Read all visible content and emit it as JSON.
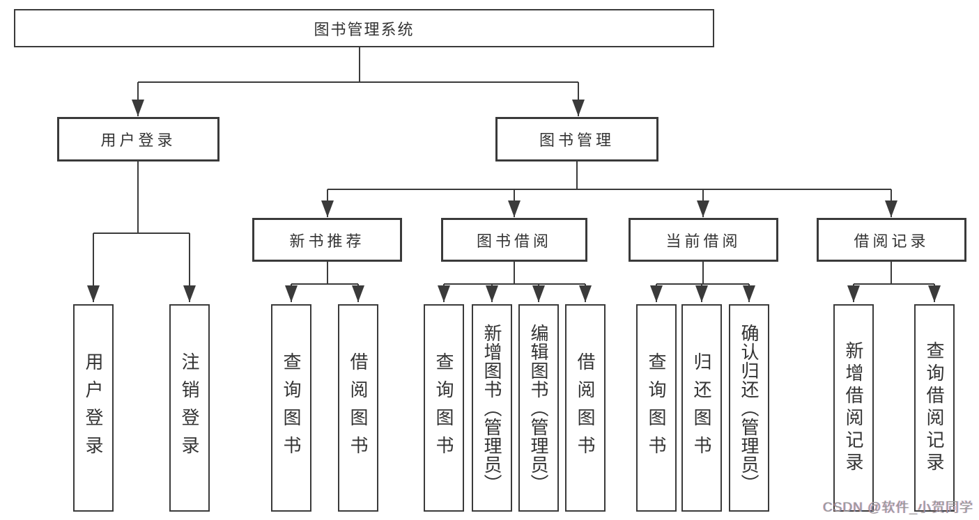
{
  "diagram": {
    "root": {
      "label": "图书管理系统"
    },
    "level2": [
      {
        "label": "用户登录"
      },
      {
        "label": "图书管理"
      }
    ],
    "level3": [
      {
        "label": "新书推荐"
      },
      {
        "label": "图书借阅"
      },
      {
        "label": "当前借阅"
      },
      {
        "label": "借阅记录"
      }
    ],
    "leaves": [
      {
        "label": "用户登录",
        "parent": "用户登录"
      },
      {
        "label": "注销登录",
        "parent": "用户登录"
      },
      {
        "label": "查询图书",
        "parent": "新书推荐"
      },
      {
        "label": "借阅图书",
        "parent": "新书推荐"
      },
      {
        "label": "查询图书",
        "parent": "图书借阅"
      },
      {
        "label": "新增图书（管理员）",
        "parent": "图书借阅"
      },
      {
        "label": "编辑图书（管理员）",
        "parent": "图书借阅"
      },
      {
        "label": "借阅图书",
        "parent": "图书借阅"
      },
      {
        "label": "查询图书",
        "parent": "当前借阅"
      },
      {
        "label": "归还图书",
        "parent": "当前借阅"
      },
      {
        "label": "确认归还（管理员）",
        "parent": "当前借阅"
      },
      {
        "label": "新增借阅记录",
        "parent": "借阅记录"
      },
      {
        "label": "查询借阅记录",
        "parent": "借阅记录"
      }
    ]
  },
  "watermark": {
    "text": "CSDN @软件_小贺同学"
  },
  "colors": {
    "line": "#3a3a3a",
    "box_border": "#3a3a3a",
    "text": "#333333",
    "watermark": "#9a9a9a",
    "background": "#ffffff"
  }
}
